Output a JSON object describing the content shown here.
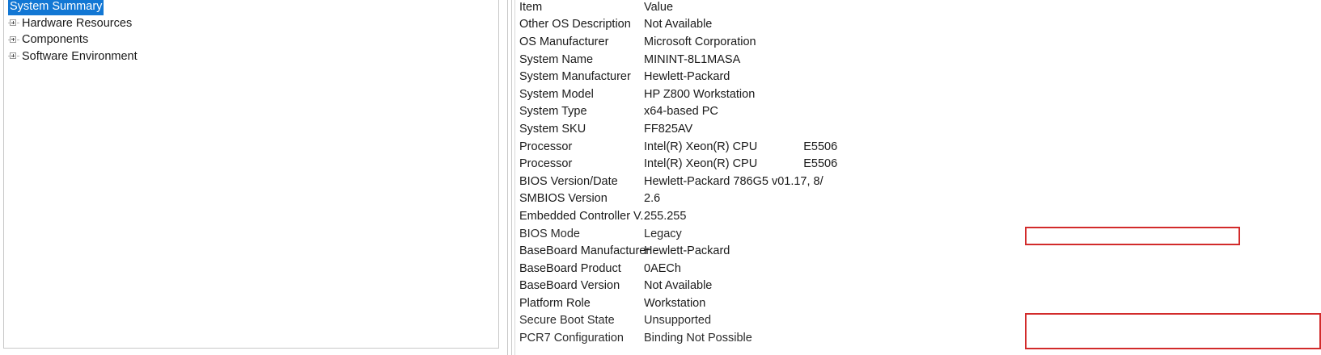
{
  "tree": {
    "items": [
      {
        "label": "System Summary",
        "selected": true,
        "expandable": false
      },
      {
        "label": "Hardware Resources",
        "selected": false,
        "expandable": true
      },
      {
        "label": "Components",
        "selected": false,
        "expandable": true
      },
      {
        "label": "Software Environment",
        "selected": false,
        "expandable": true
      }
    ]
  },
  "details": {
    "columns": {
      "item": "Item",
      "value": "Value"
    },
    "rows": [
      {
        "item": "Other OS Description",
        "value": "Not Available",
        "value_tail": "",
        "highlighted": false
      },
      {
        "item": "OS Manufacturer",
        "value": "Microsoft Corporation",
        "value_tail": "",
        "highlighted": false
      },
      {
        "item": "System Name",
        "value": "MININT-8L1MASA",
        "value_tail": "",
        "highlighted": false
      },
      {
        "item": "System Manufacturer",
        "value": "Hewlett-Packard",
        "value_tail": "",
        "highlighted": false
      },
      {
        "item": "System Model",
        "value": "HP Z800 Workstation",
        "value_tail": "",
        "highlighted": false
      },
      {
        "item": "System Type",
        "value": "x64-based PC",
        "value_tail": "",
        "highlighted": false
      },
      {
        "item": "System SKU",
        "value": "FF825AV",
        "value_tail": "",
        "highlighted": false
      },
      {
        "item": "Processor",
        "value": "Intel(R) Xeon(R) CPU",
        "value_tail": "E5506",
        "highlighted": false
      },
      {
        "item": "Processor",
        "value": "Intel(R) Xeon(R) CPU",
        "value_tail": "E5506",
        "highlighted": false
      },
      {
        "item": "BIOS Version/Date",
        "value": "Hewlett-Packard 786G5 v01.17, 8/",
        "value_tail": "",
        "highlighted": false
      },
      {
        "item": "SMBIOS Version",
        "value": "2.6",
        "value_tail": "",
        "highlighted": false
      },
      {
        "item": "Embedded Controller V...",
        "value": "255.255",
        "value_tail": "",
        "highlighted": false
      },
      {
        "item": "BIOS Mode",
        "value": "Legacy",
        "value_tail": "",
        "highlighted": true
      },
      {
        "item": "BaseBoard Manufacturer",
        "value": "Hewlett-Packard",
        "value_tail": "",
        "highlighted": false
      },
      {
        "item": "BaseBoard Product",
        "value": "0AECh",
        "value_tail": "",
        "highlighted": false
      },
      {
        "item": "BaseBoard Version",
        "value": "Not Available",
        "value_tail": "",
        "highlighted": false
      },
      {
        "item": "Platform Role",
        "value": "Workstation",
        "value_tail": "",
        "highlighted": false
      },
      {
        "item": "Secure Boot State",
        "value": "Unsupported",
        "value_tail": "",
        "highlighted": true
      },
      {
        "item": "PCR7 Configuration",
        "value": "Binding Not Possible",
        "value_tail": "",
        "highlighted": true
      }
    ]
  },
  "annotations": {
    "color": "#d22b2b",
    "boxes": [
      {
        "name": "bios-mode-highlight",
        "target": "BIOS Mode"
      },
      {
        "name": "secure-boot-highlight",
        "target": "Secure Boot State / PCR7 Configuration"
      }
    ]
  },
  "colors": {
    "selection": "#1277d4",
    "selection_text": "#ffffff",
    "pane_border": "#c8c8c8",
    "text": "#1a1a1a",
    "annotation_red": "#d22b2b"
  }
}
